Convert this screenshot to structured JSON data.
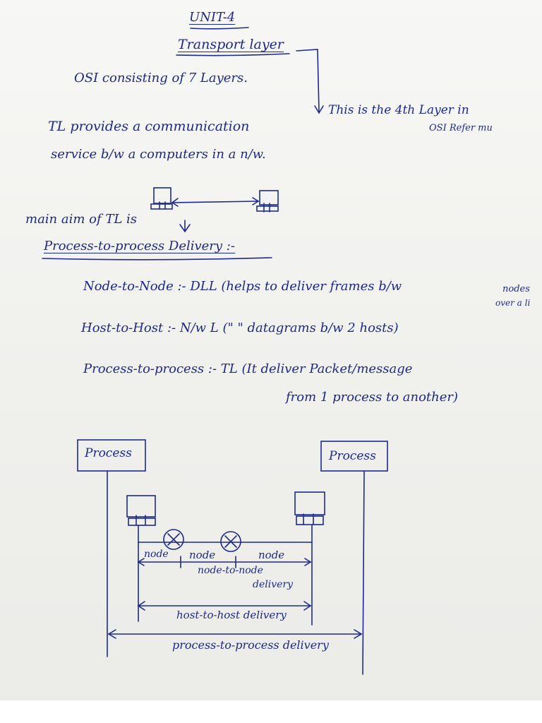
{
  "header": {
    "unit": "UNIT-4",
    "title": "Transport layer"
  },
  "notes": {
    "osi_line": "OSI   consisting   of   7 Layers.",
    "side_note_1": "This is the 4th Layer in",
    "side_note_2": "OSI Refer mu",
    "tl_line_1": "TL provides a communication",
    "tl_line_2": "service b/w a computers in a n/w.",
    "aim_line": "main aim of TL is",
    "delivery_heading": "Process-to-process Delivery :-",
    "item_1": "Node-to-Node   :-  DLL (helps to deliver frames b/w",
    "item_1_cont_a": "nodes",
    "item_1_cont_b": "over a li",
    "item_2": "Host-to-Host  :- N/w L (\"    \" datagrams b/w 2 hosts)",
    "item_3": "Process-to-process :- TL (It deliver Packet/message",
    "item_3_cont": "from 1 process to another)"
  },
  "diagram": {
    "left_box": "Process",
    "right_box": "Process",
    "node_1": "node",
    "node_2": "node",
    "node_3": "node",
    "node_delivery": "node-to-node",
    "node_delivery_2": "delivery",
    "host_delivery": "host-to-host delivery",
    "process_delivery": "process-to-process delivery"
  },
  "colors": {
    "ink": "#1d2a8a",
    "paper": "#f4f4f2"
  }
}
